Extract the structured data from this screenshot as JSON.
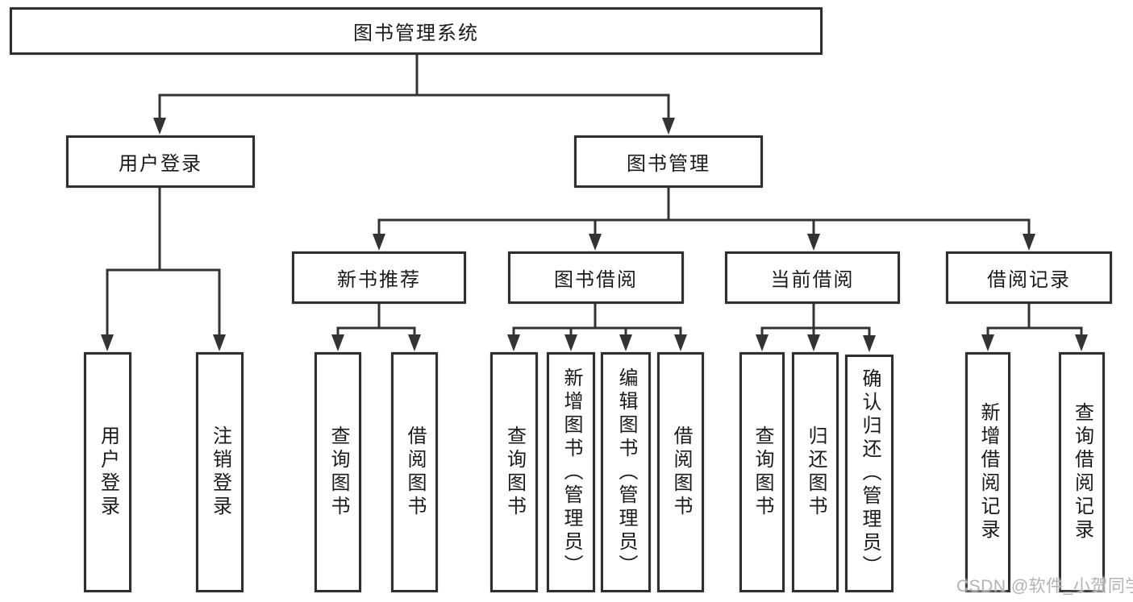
{
  "tree": {
    "root": {
      "label": "图书管理系统"
    },
    "level2": [
      {
        "label": "用户登录",
        "children": [
          {
            "label": "用户登录"
          },
          {
            "label": "注销登录"
          }
        ]
      },
      {
        "label": "图书管理",
        "children": [
          {
            "label": "新书推荐",
            "children": [
              {
                "label": "查询图书"
              },
              {
                "label": "借阅图书"
              }
            ]
          },
          {
            "label": "图书借阅",
            "children": [
              {
                "label": "查询图书"
              },
              {
                "label": "新增图书（管理员）"
              },
              {
                "label": "编辑图书（管理员）"
              },
              {
                "label": "借阅图书"
              }
            ]
          },
          {
            "label": "当前借阅",
            "children": [
              {
                "label": "查询图书"
              },
              {
                "label": "归还图书"
              },
              {
                "label": "确认归还（管理员）"
              }
            ]
          },
          {
            "label": "借阅记录",
            "children": [
              {
                "label": "新增借阅记录"
              },
              {
                "label": "查询借阅记录"
              }
            ]
          }
        ]
      }
    ]
  },
  "watermark": {
    "text": "CSDN @软件_小贺同学"
  },
  "colors": {
    "line": "#333333",
    "box_border": "#2f2f2f",
    "text": "#1a1a1a",
    "watermark": "#b3b3b3",
    "background": "#ffffff"
  }
}
